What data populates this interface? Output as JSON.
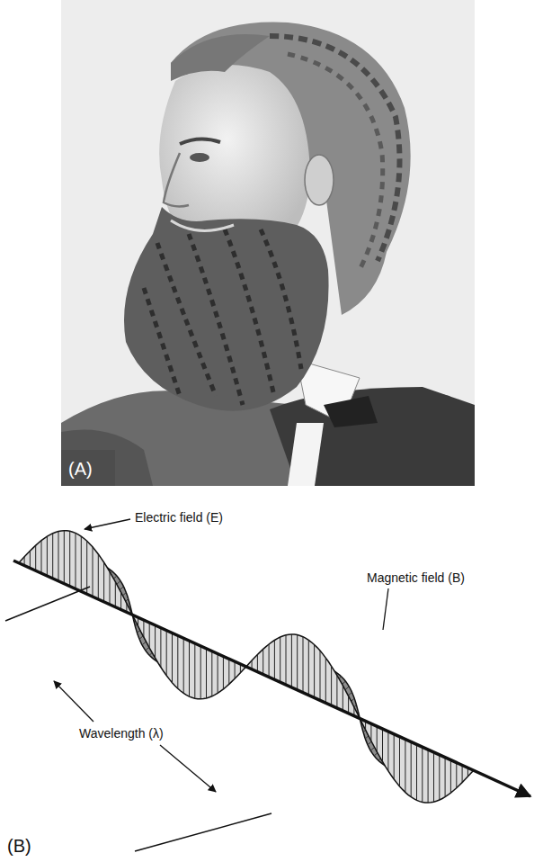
{
  "diagram": {
    "labels": [
      "(A)",
      "Electric field (E)",
      "Magnetic field (B)",
      "Wavelength (λ)",
      "(B)"
    ]
  }
}
